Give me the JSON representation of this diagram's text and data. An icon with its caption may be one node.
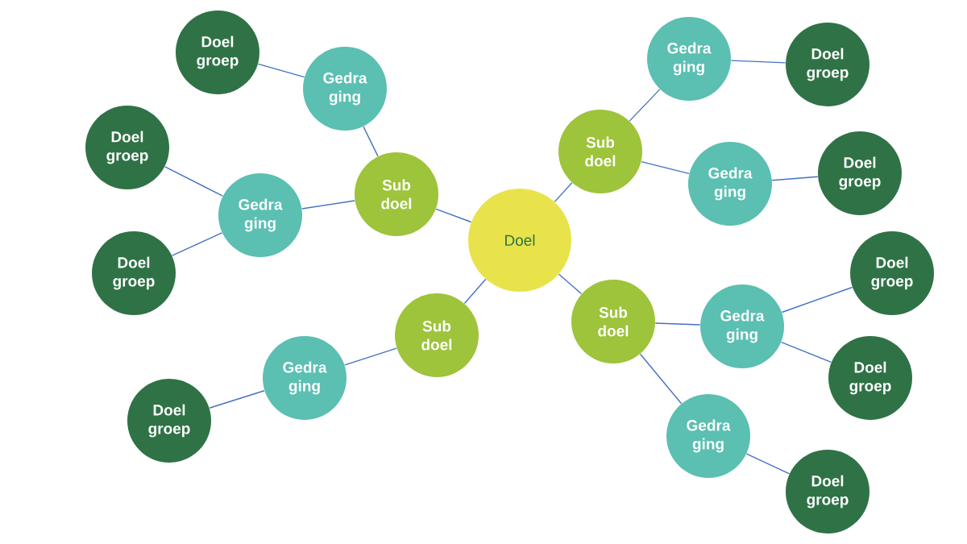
{
  "diagram": {
    "nodes": [
      {
        "text": [
          "Doel"
        ]
      },
      {
        "text": [
          "Sub doel"
        ]
      },
      {
        "text": [
          "Sub doel"
        ]
      },
      {
        "text": [
          "Sub doel"
        ]
      },
      {
        "text": [
          "Sub doel"
        ]
      },
      {
        "text": [
          "Gedra ging"
        ]
      },
      {
        "text": [
          "Gedra ging"
        ]
      },
      {
        "text": [
          "Gedra ging"
        ]
      },
      {
        "text": [
          "Gedra ging"
        ]
      },
      {
        "text": [
          "Gedra ging"
        ]
      },
      {
        "text": [
          "Gedra ging"
        ]
      },
      {
        "text": [
          "Gedra ging"
        ]
      },
      {
        "text": [
          "Doel groep"
        ]
      },
      {
        "text": [
          "Doel groep"
        ]
      },
      {
        "text": [
          "Doel groep"
        ]
      },
      {
        "text": [
          "Doel groep"
        ]
      },
      {
        "text": [
          "Doel groep"
        ]
      },
      {
        "text": [
          "Doel groep"
        ]
      },
      {
        "text": [
          "Doel groep"
        ]
      },
      {
        "text": [
          "Doel groep"
        ]
      },
      {
        "text": [
          "Doel groep"
        ]
      }
    ],
    "edges": [
      {
        "from": 0,
        "to": 1,
        "arrow": "none"
      },
      {
        "from": 0,
        "to": 2,
        "arrow": "none"
      },
      {
        "from": 0,
        "to": 3,
        "arrow": "none"
      },
      {
        "from": 0,
        "to": 4,
        "arrow": "none"
      },
      {
        "from": 1,
        "to": 5,
        "arrow": "none"
      },
      {
        "from": 1,
        "to": 6,
        "arrow": "none"
      },
      {
        "from": 2,
        "to": 7,
        "arrow": "none"
      },
      {
        "from": 2,
        "to": 8,
        "arrow": "none"
      },
      {
        "from": 3,
        "to": 9,
        "arrow": "none"
      },
      {
        "from": 4,
        "to": 10,
        "arrow": "none"
      },
      {
        "from": 4,
        "to": 11,
        "arrow": "none"
      },
      {
        "from": 5,
        "to": 12,
        "arrow": "none"
      },
      {
        "from": 6,
        "to": 13,
        "arrow": "none"
      },
      {
        "from": 6,
        "to": 14,
        "arrow": "none"
      },
      {
        "from": 7,
        "to": 15,
        "arrow": "none"
      },
      {
        "from": 8,
        "to": 16,
        "arrow": "none"
      },
      {
        "from": 9,
        "to": 17,
        "arrow": "none"
      },
      {
        "from": 10,
        "to": 18,
        "arrow": "none"
      },
      {
        "from": 10,
        "to": 19,
        "arrow": "none"
      },
      {
        "from": 11,
        "to": 20,
        "arrow": "none"
      }
    ]
  }
}
